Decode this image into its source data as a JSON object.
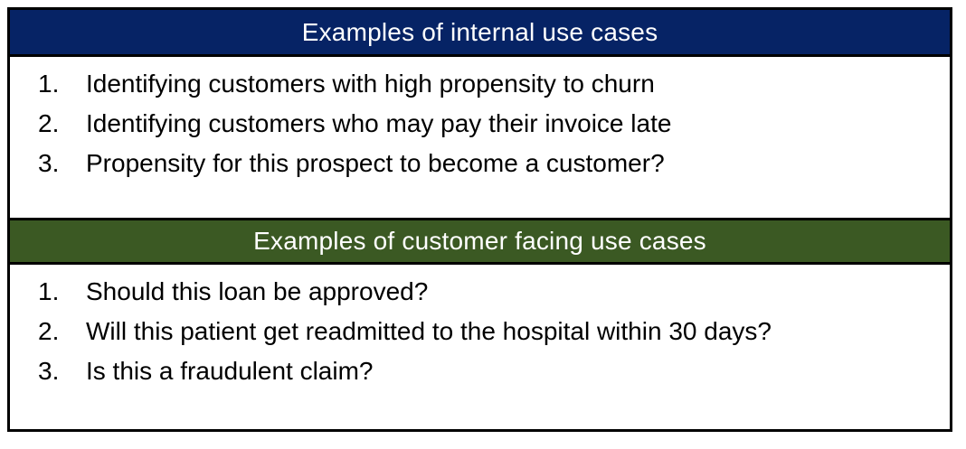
{
  "slide": {
    "background_color": "#ffffff",
    "border_color": "#000000",
    "text_color": "#000000"
  },
  "sections": [
    {
      "id": "internal-use-cases",
      "header": {
        "label": "Examples of internal use cases",
        "bg_color": "#062365",
        "text_color": "#ffffff"
      },
      "items": [
        {
          "number": "1.",
          "text": "Identifying customers with high propensity to churn"
        },
        {
          "number": "2.",
          "text": "Identifying customers who may pay their invoice late"
        },
        {
          "number": "3.",
          "text": "Propensity for this prospect to become a customer?"
        }
      ]
    },
    {
      "id": "customer-facing-use-cases",
      "header": {
        "label": "Examples of customer facing use cases",
        "bg_color": "#3B5923",
        "text_color": "#ffffff"
      },
      "items": [
        {
          "number": "1.",
          "text": "Should this loan be approved?"
        },
        {
          "number": "2.",
          "text": "Will this patient get readmitted to the hospital within 30 days?"
        },
        {
          "number": "3.",
          "text": "Is this a fraudulent claim?"
        }
      ]
    }
  ]
}
